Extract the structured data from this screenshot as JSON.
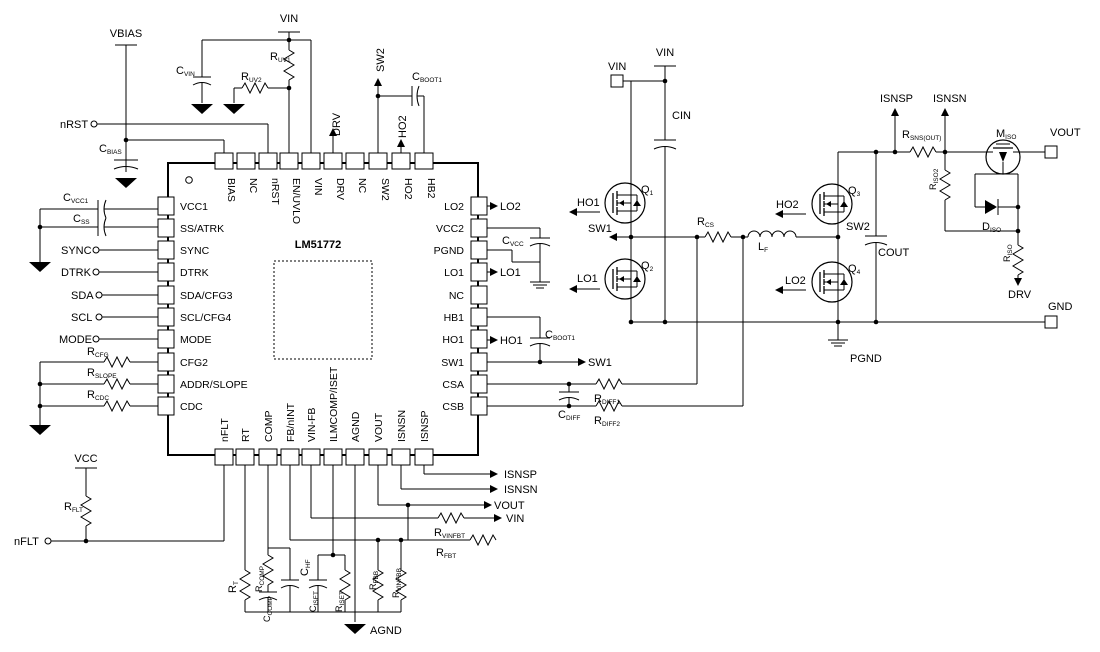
{
  "chip": {
    "name": "LM51772",
    "top_pins": [
      "BIAS",
      "NC",
      "nRST",
      "EN/UVLO",
      "VIN",
      "DRV",
      "NC",
      "SW2",
      "HO2",
      "HB2"
    ],
    "left_pins": [
      "VCC1",
      "SS/ATRK",
      "SYNC",
      "DTRK",
      "SDA/CFG3",
      "SCL/CFG4",
      "MODE",
      "CFG2",
      "ADDR/SLOPE",
      "CDC"
    ],
    "right_pins": [
      "LO2",
      "VCC2",
      "PGND",
      "LO1",
      "NC",
      "HB1",
      "HO1",
      "SW1",
      "CSA",
      "CSB"
    ],
    "bottom_pins": [
      "nFLT",
      "RT",
      "COMP",
      "FB/nINT",
      "VIN-FB",
      "ILMCOMP/ISET",
      "AGND",
      "VOUT",
      "ISNSN",
      "ISNSP"
    ]
  },
  "nets": {
    "vbias": "VBIAS",
    "vin_top": "VIN",
    "nrst": "nRST",
    "sync": "SYNC",
    "dtrk": "DTRK",
    "sda": "SDA",
    "scl": "SCL",
    "mode": "MODE",
    "vcc": "VCC",
    "nflt": "nFLT",
    "sw2_top": "SW2",
    "drv_top": "DRV",
    "ho2_top": "HO2",
    "lo2_right": "LO2",
    "lo1_right": "LO1",
    "ho1_right": "HO1",
    "sw1_right": "SW1",
    "isnsp_b": "ISNSP",
    "isnsn_b": "ISNSN",
    "vout_b": "VOUT",
    "vin_b": "VIN",
    "agnd": "AGND",
    "pwr_vin_port": "VIN",
    "pwr_vin_rail": "VIN",
    "cin": "CIN",
    "ho1_p": "HO1",
    "sw1_p": "SW1",
    "lo1_p": "LO1",
    "ho2_p": "HO2",
    "sw2_p": "SW2",
    "lo2_p": "LO2",
    "cout": "COUT",
    "pgnd": "PGND",
    "isnsp_p": "ISNSP",
    "isnsn_p": "ISNSN",
    "vout_p": "VOUT",
    "gnd_p": "GND",
    "drv_p": "DRV"
  },
  "components": {
    "cvin": {
      "b": "C",
      "s": "VIN"
    },
    "ruv1": {
      "b": "R",
      "s": "UV1"
    },
    "ruv2": {
      "b": "R",
      "s": "UV2"
    },
    "cboot1": {
      "b": "C",
      "s": "BOOT1"
    },
    "cbias": {
      "b": "C",
      "s": "BIAS"
    },
    "cvcc1": {
      "b": "C",
      "s": "VCC1"
    },
    "css": {
      "b": "C",
      "s": "SS"
    },
    "rcfg": {
      "b": "R",
      "s": "CFG"
    },
    "rslope": {
      "b": "R",
      "s": "SLOPE"
    },
    "rcdc": {
      "b": "R",
      "s": "CDC"
    },
    "rflt": {
      "b": "R",
      "s": "FLT"
    },
    "cvcc": {
      "b": "C",
      "s": "VCC"
    },
    "cboot1b": {
      "b": "C",
      "s": "BOOT1"
    },
    "rdiff1": {
      "b": "R",
      "s": "DIFF1"
    },
    "rdiff2": {
      "b": "R",
      "s": "DIFF2"
    },
    "cdiff": {
      "b": "C",
      "s": "DIFF"
    },
    "rt": {
      "b": "R",
      "s": "T"
    },
    "rcomp": {
      "b": "R",
      "s": "COMP"
    },
    "ccomp": {
      "b": "C",
      "s": "COMP"
    },
    "chf": {
      "b": "C",
      "s": "HF"
    },
    "ciset": {
      "b": "C",
      "s": "ISET"
    },
    "riset": {
      "b": "R",
      "s": "ISET"
    },
    "rfbb": {
      "b": "R",
      "s": "FBB"
    },
    "rvinfbb": {
      "b": "R",
      "s": "VINFBB"
    },
    "rvinfbt": {
      "b": "R",
      "s": "VINFBT"
    },
    "rfbt": {
      "b": "R",
      "s": "FBT"
    },
    "rcs": {
      "b": "R",
      "s": "CS"
    },
    "lf": {
      "b": "L",
      "s": "F"
    },
    "q1": {
      "b": "Q",
      "s": "1"
    },
    "q2": {
      "b": "Q",
      "s": "2"
    },
    "q3": {
      "b": "Q",
      "s": "3"
    },
    "q4": {
      "b": "Q",
      "s": "4"
    },
    "rsns": {
      "b": "R",
      "s": "SNS(OUT)"
    },
    "miso": {
      "b": "M",
      "s": "ISO"
    },
    "risot": {
      "b": "R",
      "s": "ISO2"
    },
    "diso": {
      "b": "D",
      "s": "ISO"
    },
    "riso": {
      "b": "R",
      "s": "ISO"
    }
  }
}
